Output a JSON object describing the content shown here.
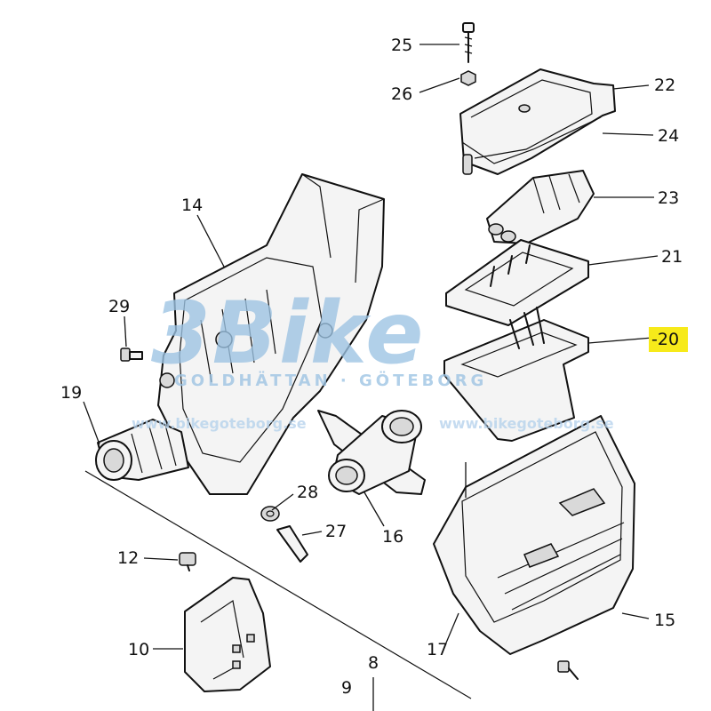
{
  "diagram": {
    "highlight_color": "#f7ea1a",
    "callouts": [
      {
        "id": "25",
        "label": "25"
      },
      {
        "id": "26",
        "label": "26"
      },
      {
        "id": "22",
        "label": "22"
      },
      {
        "id": "24",
        "label": "24"
      },
      {
        "id": "23",
        "label": "23"
      },
      {
        "id": "21",
        "label": "21"
      },
      {
        "id": "20",
        "label": "-20",
        "highlighted": true
      },
      {
        "id": "14",
        "label": "14"
      },
      {
        "id": "29",
        "label": "29"
      },
      {
        "id": "19",
        "label": "19"
      },
      {
        "id": "28",
        "label": "28"
      },
      {
        "id": "27",
        "label": "27"
      },
      {
        "id": "16",
        "label": "16"
      },
      {
        "id": "12",
        "label": "12"
      },
      {
        "id": "15",
        "label": "15"
      },
      {
        "id": "10",
        "label": "10"
      },
      {
        "id": "17",
        "label": "17"
      },
      {
        "id": "8",
        "label": "8"
      },
      {
        "id": "9",
        "label": "9"
      }
    ]
  },
  "watermark": {
    "brand": "3Bike",
    "tagline": "GOLDHÄTTAN · GÖTEBORG",
    "url_1": "www.bikegoteborg.se",
    "url_2": "www.bikegoteborg.se",
    "color": "#9cc3e3"
  }
}
